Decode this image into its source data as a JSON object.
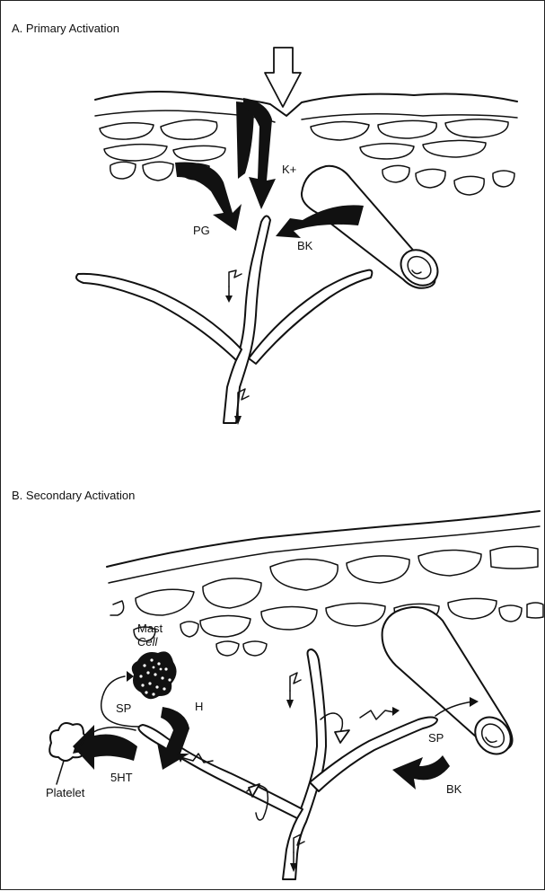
{
  "panels": [
    {
      "title": "A. Primary Activation",
      "labels": {
        "pg": "PG",
        "k": "K+",
        "bk": "BK"
      }
    },
    {
      "title": "B. Secondary Activation",
      "labels": {
        "mast": "Mast",
        "cell": "Cell",
        "sp_left": "SP",
        "h": "H",
        "platelet": "Platelet",
        "ht": "5HT",
        "sp_right": "SP",
        "bk": "BK"
      }
    }
  ]
}
